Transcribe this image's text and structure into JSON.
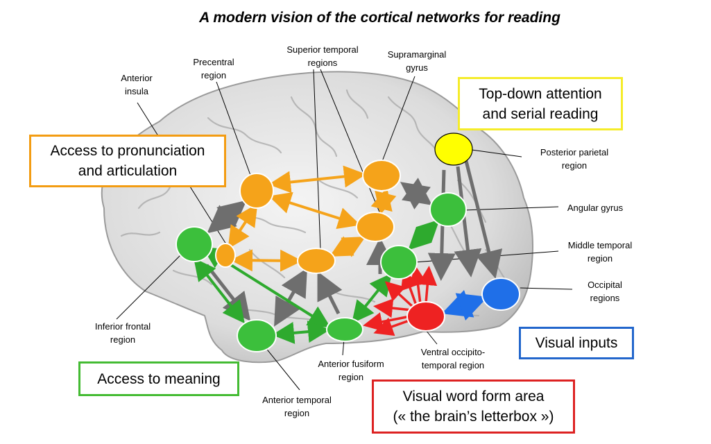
{
  "title": "A modern vision of the cortical networks for reading",
  "colors": {
    "orange": "#f5a31a",
    "green": "#3cbf3c",
    "yellow": "#ffff00",
    "red": "#ee2222",
    "blue": "#1f6fe8",
    "gray_arrow": "#6e6e6e",
    "brain": "#d9d9d9"
  },
  "region_labels": {
    "anterior_insula": "Anterior\ninsula",
    "precentral": "Precentral\nregion",
    "superior_temporal": "Superior temporal\nregions",
    "supramarginal": "Supramarginal\ngyrus",
    "posterior_parietal": "Posterior parietal\nregion",
    "angular_gyrus": "Angular gyrus",
    "middle_temporal": "Middle temporal\nregion",
    "occipital": "Occipital\nregions",
    "inferior_frontal": "Inferior frontal\nregion",
    "anterior_fusiform": "Anterior fusiform\nregion",
    "ventral_occipito_temporal": "Ventral occipito-\ntemporal region",
    "anterior_temporal": "Anterior temporal\nregion"
  },
  "boxes": {
    "pronunciation": "Access to pronunciation\nand articulation",
    "attention": "Top-down attention\nand serial reading",
    "visual_inputs": "Visual inputs",
    "meaning": "Access to meaning",
    "vwfa": "Visual word form area\n(« the brain’s letterbox »)"
  }
}
